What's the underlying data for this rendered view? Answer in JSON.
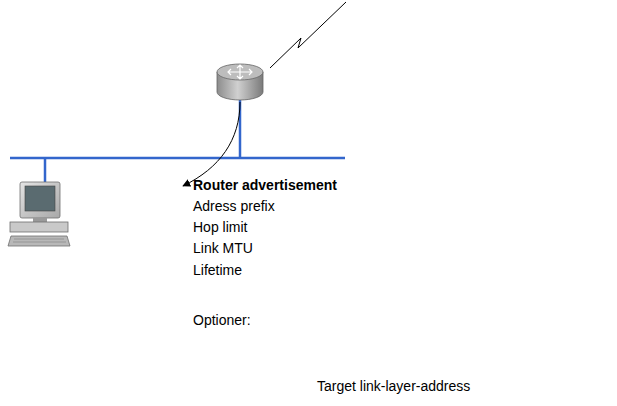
{
  "diagram": {
    "labels": [
      "Router advertisement",
      "Adress prefix",
      "Hop limit",
      "Link MTU",
      "Lifetime",
      "Optioner:",
      "Target link-layer-address"
    ]
  }
}
